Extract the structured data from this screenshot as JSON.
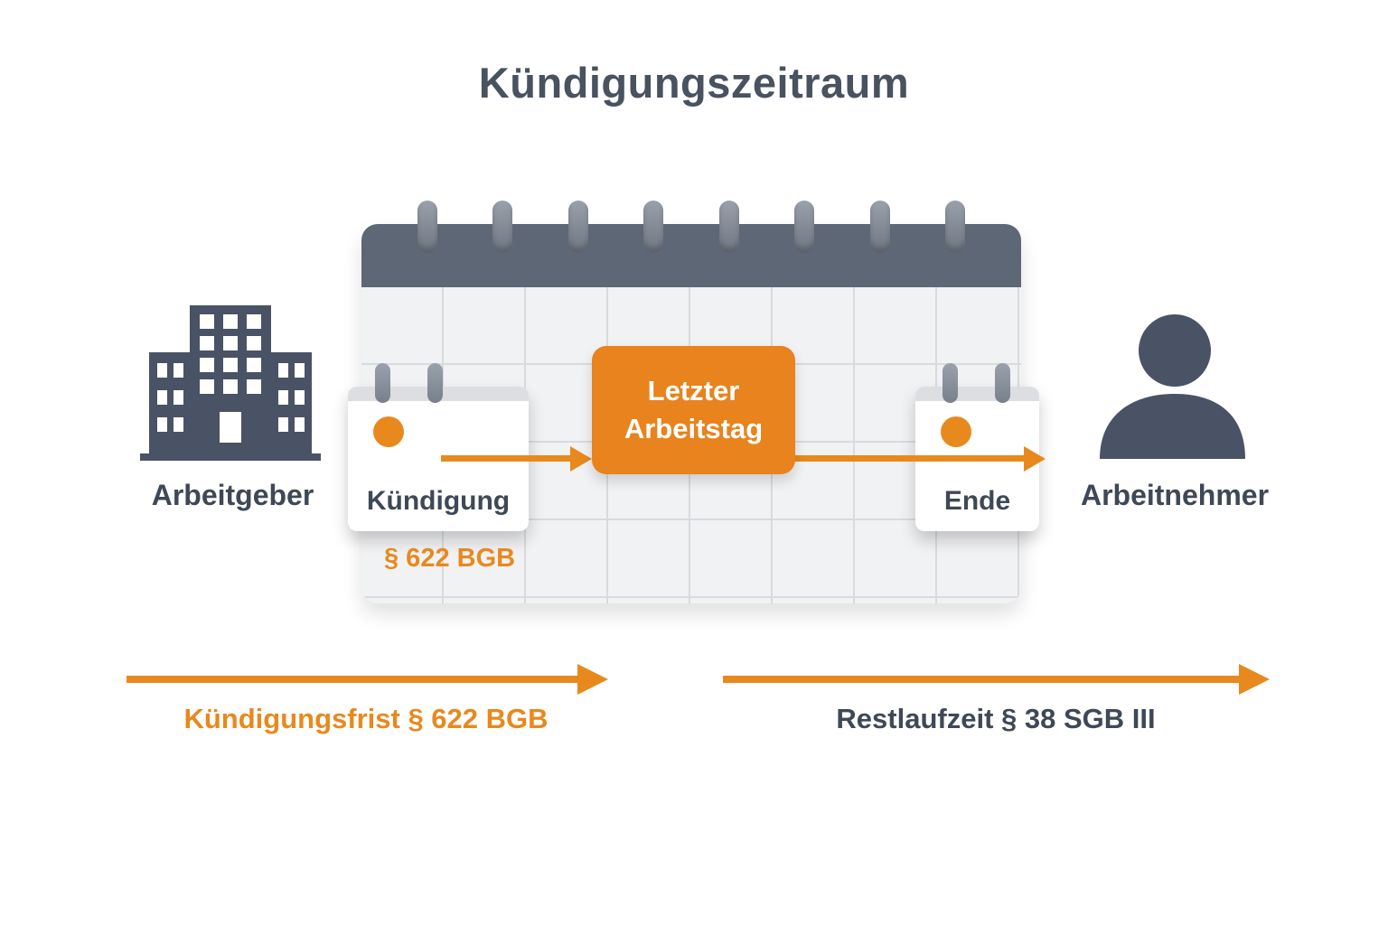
{
  "title": "Kündigungszeitraum",
  "actors": {
    "employer": {
      "label": "Arbeitgeber",
      "icon": "building-icon"
    },
    "employee": {
      "label": "Arbeitnehmer",
      "icon": "person-icon"
    }
  },
  "events": {
    "notice": {
      "label": "Kündigung",
      "law_ref": "§ 622 BGB"
    },
    "last_working_day": {
      "label": "Letzter Arbeitstag"
    },
    "end": {
      "label": "Ende"
    }
  },
  "timeline": {
    "notice_period_label": "Kündigungsfrist § 622 BGB",
    "remaining_period_label": "Restlaufzeit § 38 SGB III"
  },
  "colors": {
    "accent_orange": "#E8891E",
    "dark_slate": "#49525F",
    "calendar_header": "#5D6776",
    "calendar_body": "#F1F2F4"
  }
}
